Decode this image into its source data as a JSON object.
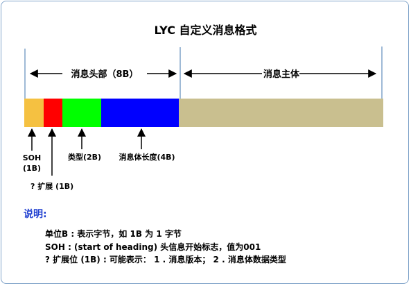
{
  "title": "LYC 自定义消息格式",
  "header_span_label": "消息头部（8B）",
  "body_span_label": "消息主体",
  "segments": [
    {
      "key": "soh",
      "color": "#f5c141",
      "bytes": 1
    },
    {
      "key": "ext",
      "color": "#ff0000",
      "bytes": 1
    },
    {
      "key": "type",
      "color": "#00ff00",
      "bytes": 2
    },
    {
      "key": "length",
      "color": "#0000ff",
      "bytes": 4
    },
    {
      "key": "body",
      "color": "#c9bf8f"
    }
  ],
  "labels": {
    "soh_line1": "SOH",
    "soh_line2": "(1B)",
    "ext": "? 扩展 (1B)",
    "type": "类型(2B)",
    "length": "消息体长度(4B)"
  },
  "legend": {
    "title": "说明:",
    "lines": [
      "单位B : 表示字节，如 1B 为 1 字节",
      "SOH : (start of heading) 头信息开始标志，值为001",
      "? 扩展位 (1B) : 可能表示： 1 . 消息版本； 2 . 消息体数据类型"
    ]
  },
  "colors": {
    "border": "#7fa3c9",
    "legend_title": "#1f3fd0",
    "divider": "#7fa3c9"
  }
}
